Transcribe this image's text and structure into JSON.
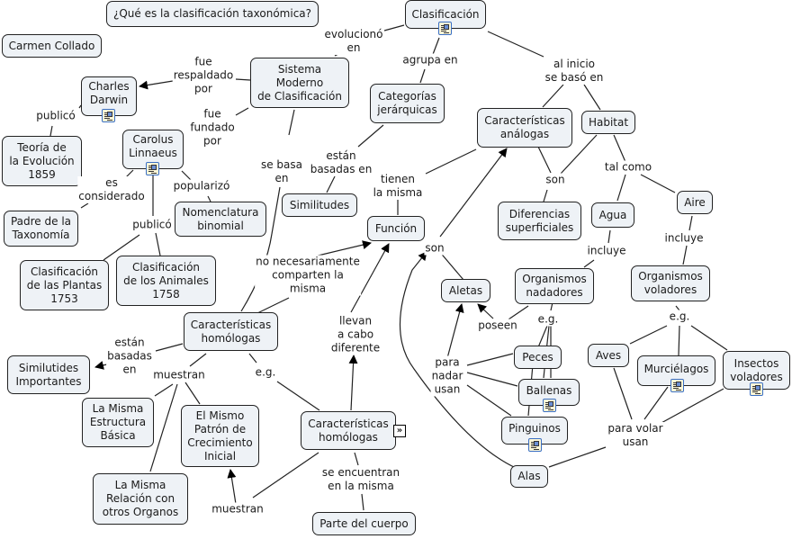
{
  "map": {
    "title": "¿Qué es la clasificación taxonómica?",
    "author": "Carmen Collado",
    "nodes": {
      "clasificacion": "Clasificación",
      "sistema": "Sistema\nModerno\nde Clasificación",
      "categorias": "Categorías\njerárquicas",
      "darwin": "Charles\nDarwin",
      "teoria": "Teoría de\nla Evolución\n1859",
      "linnaeus": "Carolus\nLinnaeus",
      "padre": "Padre de la\nTaxonomía",
      "nomenclatura": "Nomenclatura\nbinomial",
      "plantas": "Clasificación\nde las Plantas\n1753",
      "animales": "Clasificación\nde los Animales\n1758",
      "similitudes": "Similitudes",
      "funcion": "Función",
      "analogas": "Características\nanálogas",
      "habitat": "Habitat",
      "diferencias": "Diferencias\nsuperficiales",
      "agua": "Agua",
      "aire": "Aire",
      "nadadores": "Organismos\nnadadores",
      "voladores": "Organismos\nvoladores",
      "aletas": "Aletas",
      "peces": "Peces",
      "ballenas": "Ballenas",
      "pinguinos": "Pinguinos",
      "alas": "Alas",
      "aves": "Aves",
      "murcielagos": "Murciélagos",
      "insectos": "Insectos\nvoladores",
      "homologas1": "Características\nhomólogas",
      "homologas2": "Características\nhomólogas",
      "importantes": "Similutides\nImportantes",
      "estructura": "La Misma\nEstructura\nBásica",
      "patron": "El Mismo\nPatrón de\nCrecimiento\nInicial",
      "relacion": "La Misma\nRelación con\notros Organos",
      "parte": "Parte del cuerpo"
    },
    "links": {
      "evoluciono": "evolucionó\nen",
      "agrupa": "agrupa en",
      "al_inicio": "al inicio\nse basó en",
      "respaldado": "fue\nrespaldado\npor",
      "fundado": "fue\nfundado\npor",
      "publico_d": "publicó",
      "es_considerado": "es\nconsiderado",
      "popularizo": "popularizó",
      "publico_l": "publicó",
      "se_basa": "se basa\nen",
      "basadas": "están\nbasadas en",
      "tienen": "tienen\nla misma",
      "son_dif": "son",
      "tal_como": "tal como",
      "incluye_agua": "incluye",
      "incluye_aire": "incluye",
      "son_aletas": "son",
      "poseen": "poseen",
      "eg_nad": "e.g.",
      "eg_vol": "e.g.",
      "para_nadar": "para\nnadar\nusan",
      "para_volar": "para volar\nusan",
      "no_nec": "no necesariamente\ncomparten la\nmisma",
      "llevan": "llevan\na cabo\ndiferente",
      "estan_basadas": "están\nbasadas\nen",
      "muestran1": "muestran",
      "eg_hom": "e.g.",
      "se_encuentran": "se encuentran\nen la misma",
      "muestran2": "muestran"
    },
    "icons": {
      "resource": "resource-document-icon",
      "expand": "»"
    }
  }
}
